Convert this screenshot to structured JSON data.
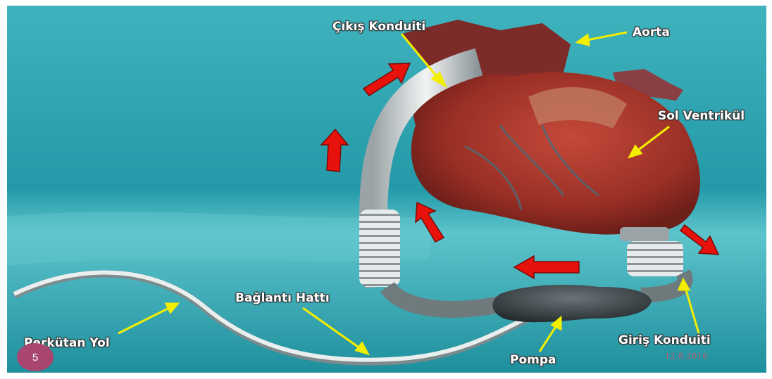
{
  "labels": {
    "outflow_conduit": "Çıkış Konduiti",
    "aorta": "Aorta",
    "left_ventricle": "Sol  Ventrikül",
    "connection_line": "Bağlantı Hattı",
    "percutaneous_route": "Perkütan Yol",
    "pump": "Pompa",
    "inflow_conduit": "Giriş Konduiti"
  },
  "footer": {
    "page_number": "5",
    "date": "12.8.2016"
  },
  "colors": {
    "background": "#2fa6b2",
    "arrow_flow": "#e8120c",
    "pointer_arrow": "#f4ee00",
    "heart": "#a8382c",
    "page_badge": "#a8466f"
  }
}
